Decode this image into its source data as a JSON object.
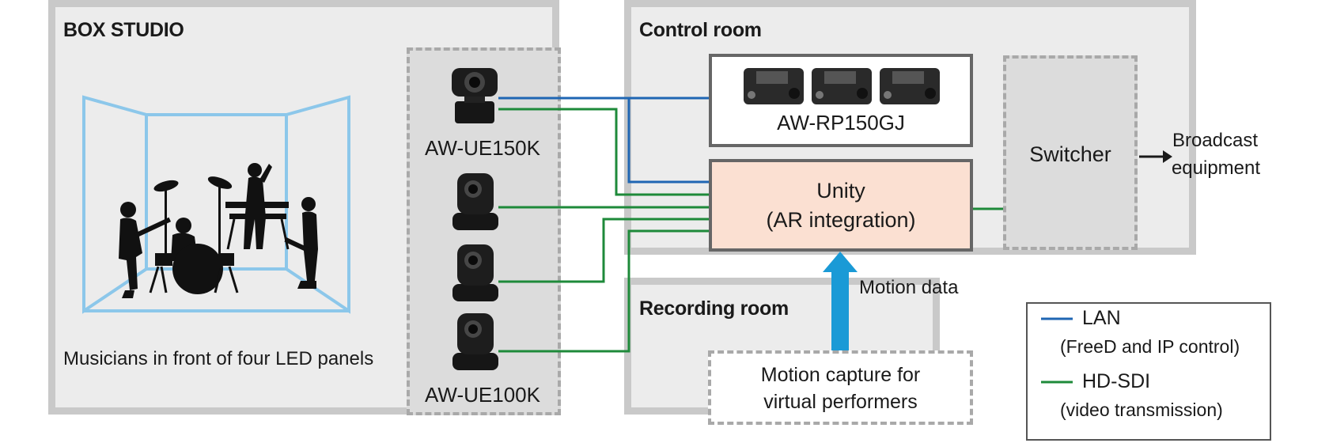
{
  "rooms": {
    "box_studio": {
      "title": "BOX STUDIO",
      "caption": "Musicians in front of four LED panels"
    },
    "control_room": {
      "title": "Control room"
    },
    "recording_room": {
      "title": "Recording room"
    }
  },
  "cameras": {
    "ue150": {
      "label": "AW-UE150K"
    },
    "ue100": {
      "label": "AW-UE100K"
    }
  },
  "controllers": {
    "label": "AW-RP150GJ"
  },
  "unity": {
    "line1": "Unity",
    "line2": "(AR integration)"
  },
  "switcher": {
    "label": "Switcher"
  },
  "broadcast": {
    "line1": "Broadcast",
    "line2": "equipment"
  },
  "motion": {
    "arrow_label": "Motion data",
    "box_line1": "Motion capture for",
    "box_line2": "virtual performers"
  },
  "legend": {
    "lan": {
      "title": "LAN",
      "subtitle": "(FreeD and IP control)",
      "color": "#1f66b3"
    },
    "sdi": {
      "title": "HD-SDI",
      "subtitle": "(video transmission)",
      "color": "#1e8a3a"
    }
  },
  "colors": {
    "led_panel": "#8cc7ea",
    "unity_fill": "#fbe0d2",
    "motion_arrow": "#1a9ad6"
  }
}
